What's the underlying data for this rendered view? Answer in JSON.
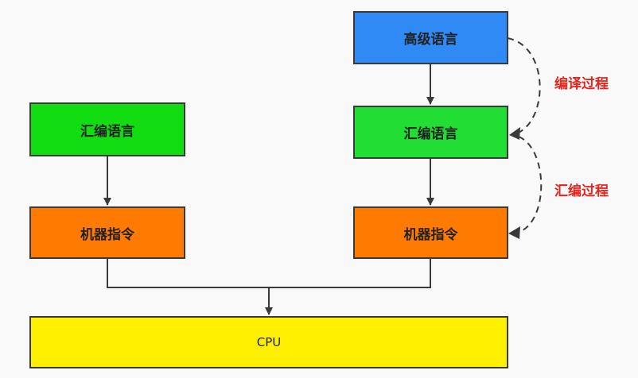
{
  "nodes": {
    "high_level_language": {
      "label": "高级语言",
      "color": "#2f8af5"
    },
    "assembly_language_right": {
      "label": "汇编语言",
      "color": "#22dd33"
    },
    "machine_instruction_right": {
      "label": "机器指令",
      "color": "#ff7a00"
    },
    "assembly_language_left": {
      "label": "汇编语言",
      "color": "#11dd11"
    },
    "machine_instruction_left": {
      "label": "机器指令",
      "color": "#ff7a00"
    },
    "cpu": {
      "label": "CPU",
      "color": "#fff000"
    }
  },
  "processes": {
    "compile": "编译过程",
    "assemble": "汇编过程"
  },
  "colors": {
    "line": "#3a3a3a",
    "process_label": "#e8231b"
  }
}
